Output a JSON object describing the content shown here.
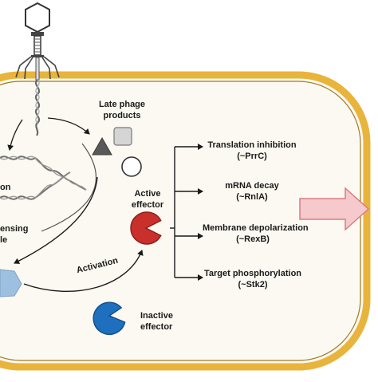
{
  "labels": {
    "late_phage_products": [
      "Late phage",
      "products"
    ],
    "active_effector": [
      "Active",
      "effector"
    ],
    "inactive_effector": [
      "Inactive",
      "effector"
    ],
    "activation": "Activation",
    "partial_on": "on",
    "partial_sensing": [
      "ensing",
      "le"
    ]
  },
  "outcomes": [
    {
      "title": "Translation inhibition",
      "example": "(~PrrC)"
    },
    {
      "title": "mRNA decay",
      "example": "(~RnlA)"
    },
    {
      "title": "Membrane depolarization",
      "example": "(~RexB)"
    },
    {
      "title": "Target phosphorylation",
      "example": "(~Stk2)"
    }
  ],
  "colors": {
    "cell_wall": "#e9b43c",
    "cytoplasm": "#fbf9f1",
    "active_effector": "#c9302c",
    "inactive_effector": "#1f6fbf",
    "output_arrow": "#f6c9cc",
    "sensing_module": "#9dbfe0"
  }
}
